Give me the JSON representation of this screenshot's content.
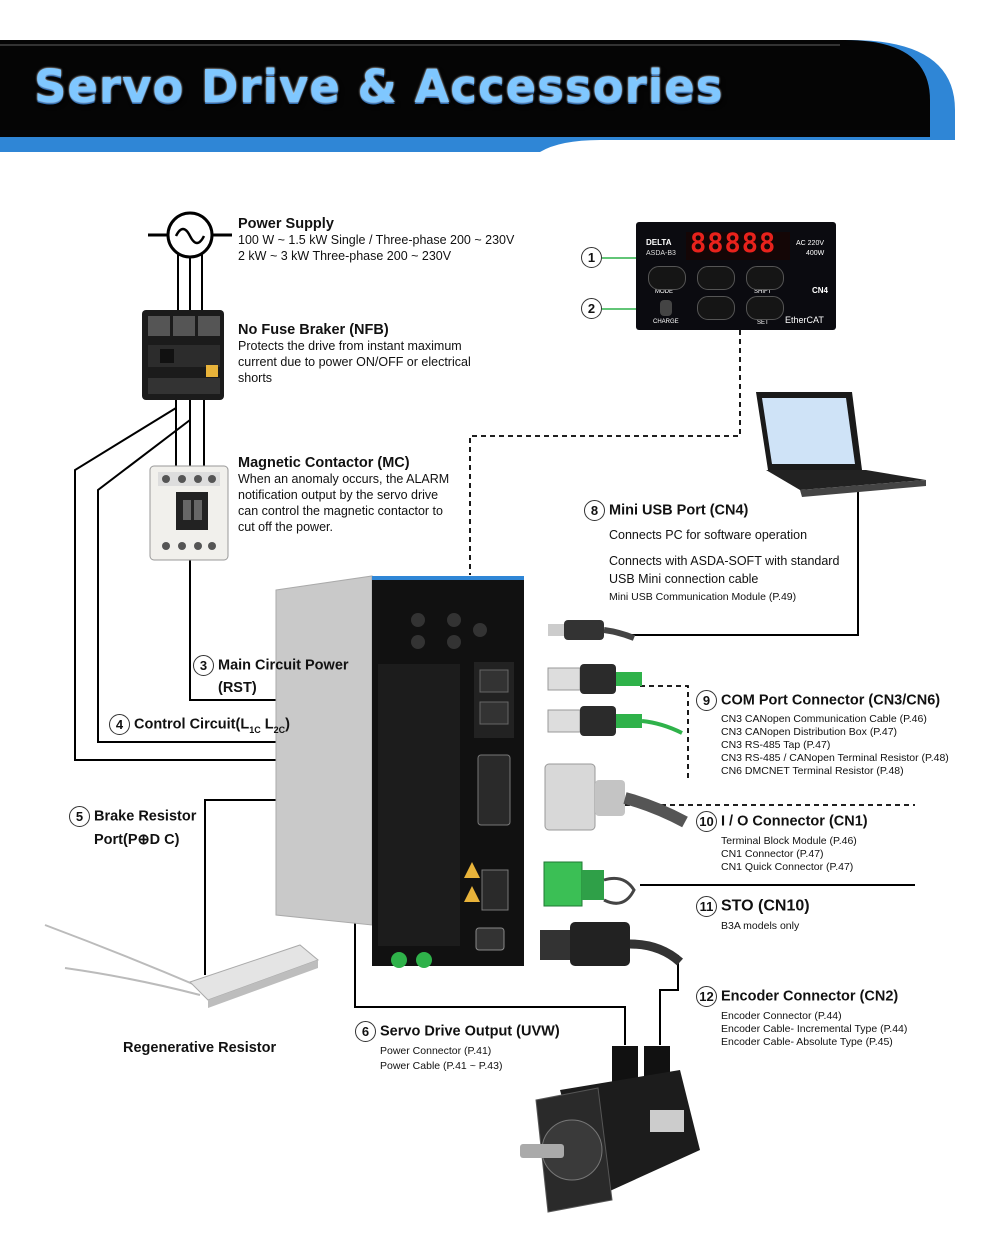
{
  "page_title": "Servo Drive & Accessories",
  "colors": {
    "banner_black": "#050505",
    "banner_blue": "#2f86d6",
    "title": "#7fc7ff",
    "accent_green": "#2fb24a"
  },
  "power_supply": {
    "title": "Power Supply",
    "lines": [
      "100 W ~ 1.5 kW Single / Three-phase 200 ~ 230V",
      "2 kW ~ 3 kW Three-phase 200 ~ 230V"
    ]
  },
  "nfb": {
    "title": "No Fuse Braker (NFB)",
    "lines": [
      "Protects the drive from instant maximum",
      "current due to power ON/OFF or electrical",
      "shorts"
    ]
  },
  "mc": {
    "title": "Magnetic Contactor (MC)",
    "lines": [
      "When an anomaly occurs, the ALARM",
      "notification output by the servo drive",
      "can control the magnetic contactor to",
      "cut off the power."
    ]
  },
  "keypad": {
    "brand": "DELTA",
    "model": "ASDA-B3",
    "display": "88888",
    "rating": [
      "AC 220V",
      "400W"
    ],
    "keys": [
      "MODE",
      "SHIFT",
      "SET"
    ],
    "charge": "CHARGE",
    "port": "CN4",
    "bus": "EtherCAT"
  },
  "callouts": {
    "c1": "1",
    "c2": "2",
    "c3": {
      "num": "3",
      "title": "Main Circuit Power",
      "sub": "(RST)"
    },
    "c4": {
      "num": "4",
      "title": "Control Circuit",
      "sub1": "L",
      "s1": "1C",
      "sub2": " L",
      "s2": "2C"
    },
    "c5": {
      "num": "5",
      "title": "Brake Resistor",
      "sub": "Port",
      "pdc": "(P⊕D C)"
    },
    "c6": {
      "num": "6",
      "title": "Servo Drive Output (UVW)",
      "lines": [
        "Power Connector (P.41)",
        "Power Cable (P.41 ~ P.43)"
      ]
    },
    "c8": {
      "num": "8",
      "title": "Mini USB Port (CN4)",
      "lines": [
        "Connects PC for software operation",
        "Connects with ASDA-SOFT with standard",
        "USB Mini connection cable"
      ],
      "small": "Mini USB Communication Module (P.49)"
    },
    "c9": {
      "num": "9",
      "title": "COM Port Connector (CN3/CN6)",
      "lines": [
        "CN3 CANopen Communication Cable (P.46)",
        "CN3 CANopen Distribution Box (P.47)",
        "CN3 RS-485 Tap (P.47)",
        "CN3 RS-485 / CANopen Terminal Resistor (P.48)",
        "CN6 DMCNET Terminal Resistor (P.48)"
      ]
    },
    "c10": {
      "num": "10",
      "title": "I / O Connector (CN1)",
      "lines": [
        "Terminal Block Module (P.46)",
        "CN1 Connector (P.47)",
        "CN1 Quick Connector (P.47)"
      ]
    },
    "c11": {
      "num": "11",
      "title": "STO (CN10)",
      "lines": [
        "B3A models only"
      ]
    },
    "c12": {
      "num": "12",
      "title": "Encoder Connector (CN2)",
      "lines": [
        "Encoder Connector (P.44)",
        "Encoder Cable- Incremental Type (P.44)",
        "Encoder Cable- Absolute Type (P.45)"
      ]
    }
  },
  "regen_resistor": "Regenerative Resistor"
}
